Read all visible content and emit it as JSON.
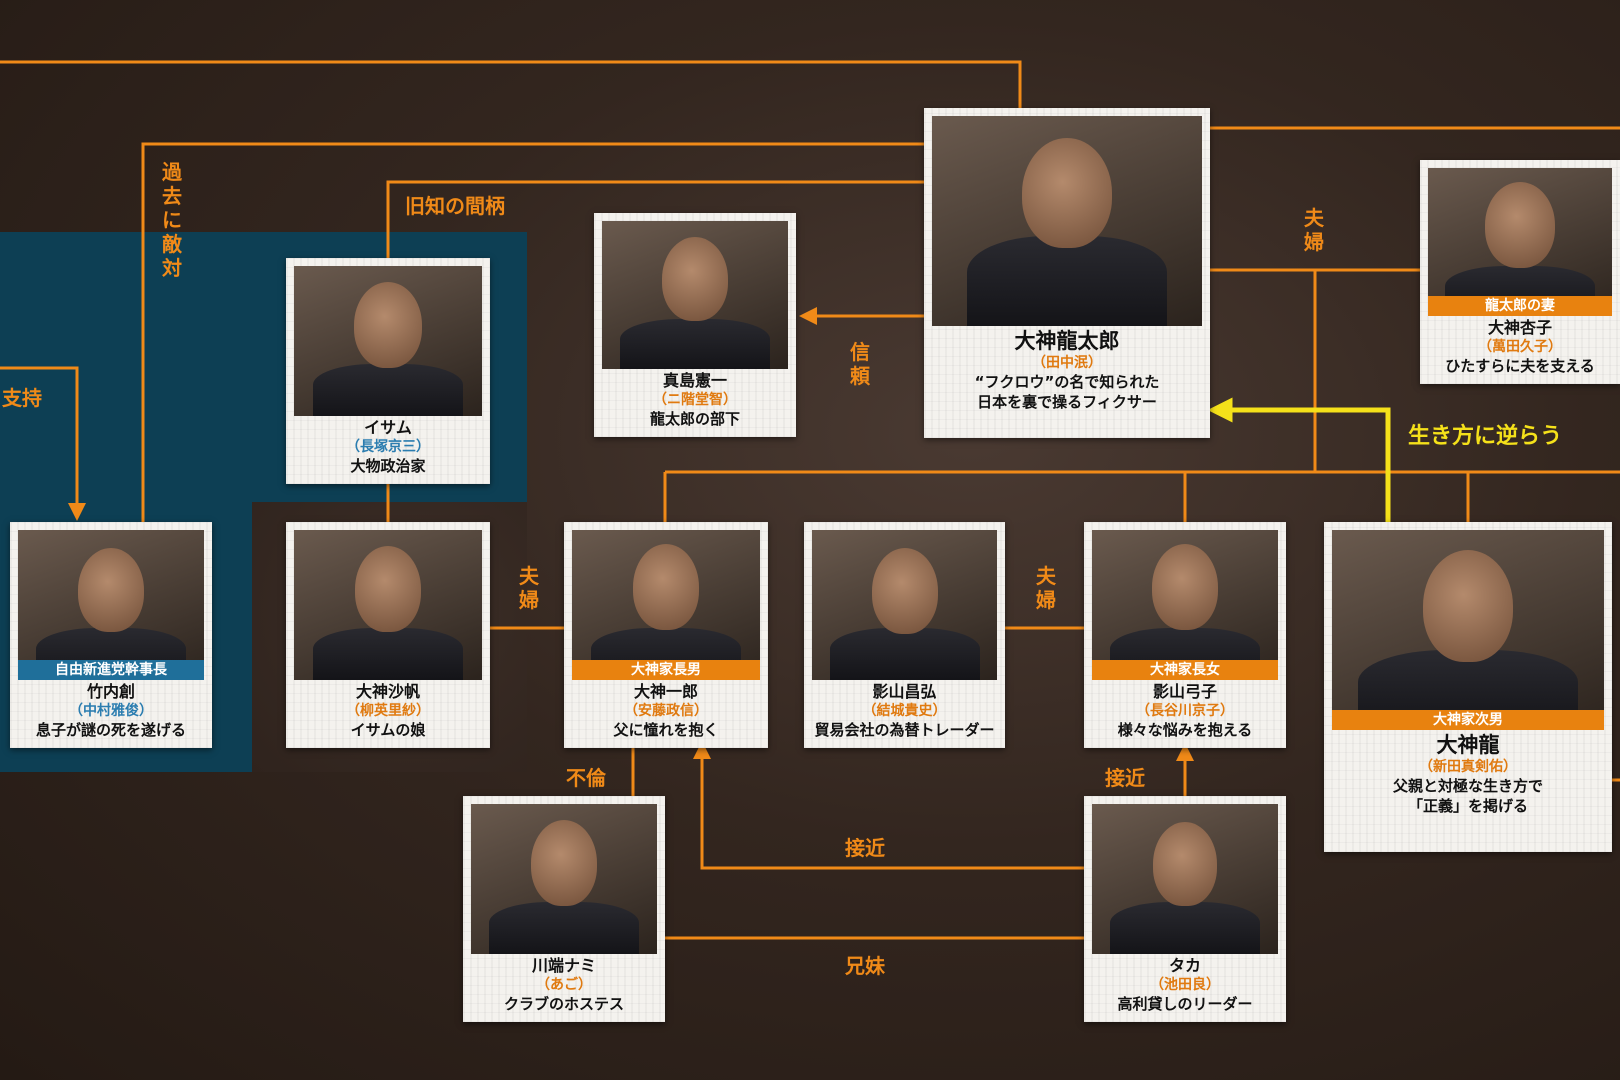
{
  "colors": {
    "orange": "#f08a18",
    "yellow": "#f5e11a",
    "blue_panel": "#0d3f54",
    "badge_blue": "#1f6f9a"
  },
  "characters": {
    "ryutaro": {
      "name": "大神龍太郎",
      "actor": "（田中泯）",
      "desc1": "“フクロウ”の名で知られた",
      "desc2": "日本を裏で操るフィクサー"
    },
    "kyoko": {
      "badge": "龍太郎の妻",
      "name": "大神杏子",
      "actor": "（萬田久子）",
      "desc": "ひたすらに夫を支える"
    },
    "majima": {
      "name": "真島憲一",
      "actor": "（ニ階堂智）",
      "desc": "龍太郎の部下"
    },
    "isamu": {
      "name": "イサム",
      "actor": "（長塚京三）",
      "desc": "大物政治家"
    },
    "takeuchi": {
      "badge": "自由新進党幹事長",
      "name": "竹内創",
      "actor": "（中村雅俊）",
      "desc": "息子が謎の死を遂げる"
    },
    "saho": {
      "name": "大神沙帆",
      "actor": "（柳英里紗）",
      "desc": "イサムの娘"
    },
    "ichiro": {
      "badge": "大神家長男",
      "name": "大神一郎",
      "actor": "（安藤政信）",
      "desc": "父に憧れを抱く"
    },
    "masahiro": {
      "name": "影山昌弘",
      "actor": "（結城貴史）",
      "desc": "貿易会社の為替トレーダー"
    },
    "yumiko": {
      "badge": "大神家長女",
      "name": "影山弓子",
      "actor": "（長谷川京子）",
      "desc": "様々な悩みを抱える"
    },
    "ryu": {
      "badge": "大神家次男",
      "name": "大神龍",
      "actor": "（新田真剣佑）",
      "desc1": "父親と対極な生き方で",
      "desc2": "「正義」を掲げる"
    },
    "nami": {
      "name": "川端ナミ",
      "actor": "（あご）",
      "desc": "クラブのホステス"
    },
    "taka": {
      "name": "タカ",
      "actor": "（池田良）",
      "desc": "高利貸しのリーダー"
    }
  },
  "relations": {
    "kako_tekitai": "過去に敵対",
    "shiji": "支持",
    "kyuchi": "旧知の間柄",
    "shinrai": "信頼",
    "fuufu": "夫婦",
    "furin": "不倫",
    "sekkin": "接近",
    "kyodai": "兄妹",
    "ikikata": "生き方に逆らう"
  }
}
